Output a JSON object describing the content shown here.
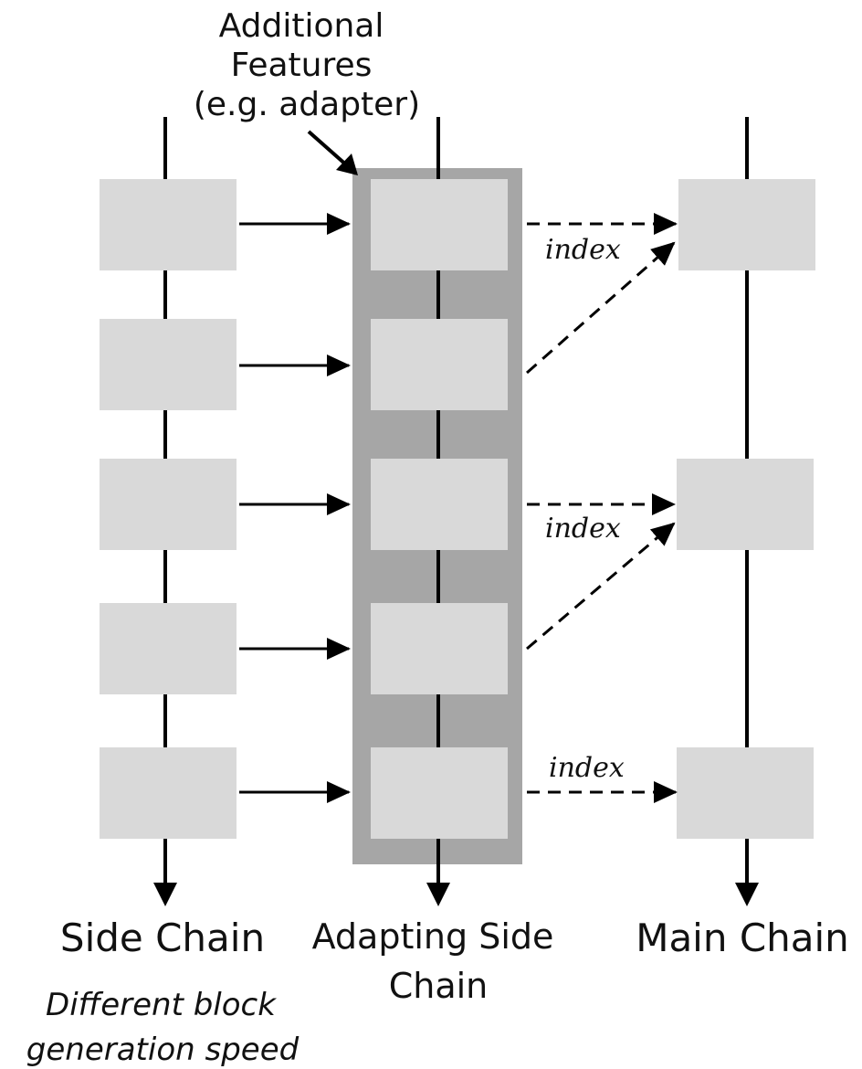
{
  "callout": {
    "line1": "Additional",
    "line2": "Features",
    "line3": "(e.g. adapter)"
  },
  "side_chain": {
    "label": "Side Chain"
  },
  "adapting_chain": {
    "label_line1": "Adapting Side",
    "label_line2": "Chain"
  },
  "main_chain": {
    "label": "Main Chain"
  },
  "note": {
    "line1": "Different block",
    "line2": "generation speed"
  },
  "index_label": "index",
  "colors": {
    "block": "#d9d9d9",
    "adapter_panel": "#a6a6a6",
    "line": "#000000"
  }
}
